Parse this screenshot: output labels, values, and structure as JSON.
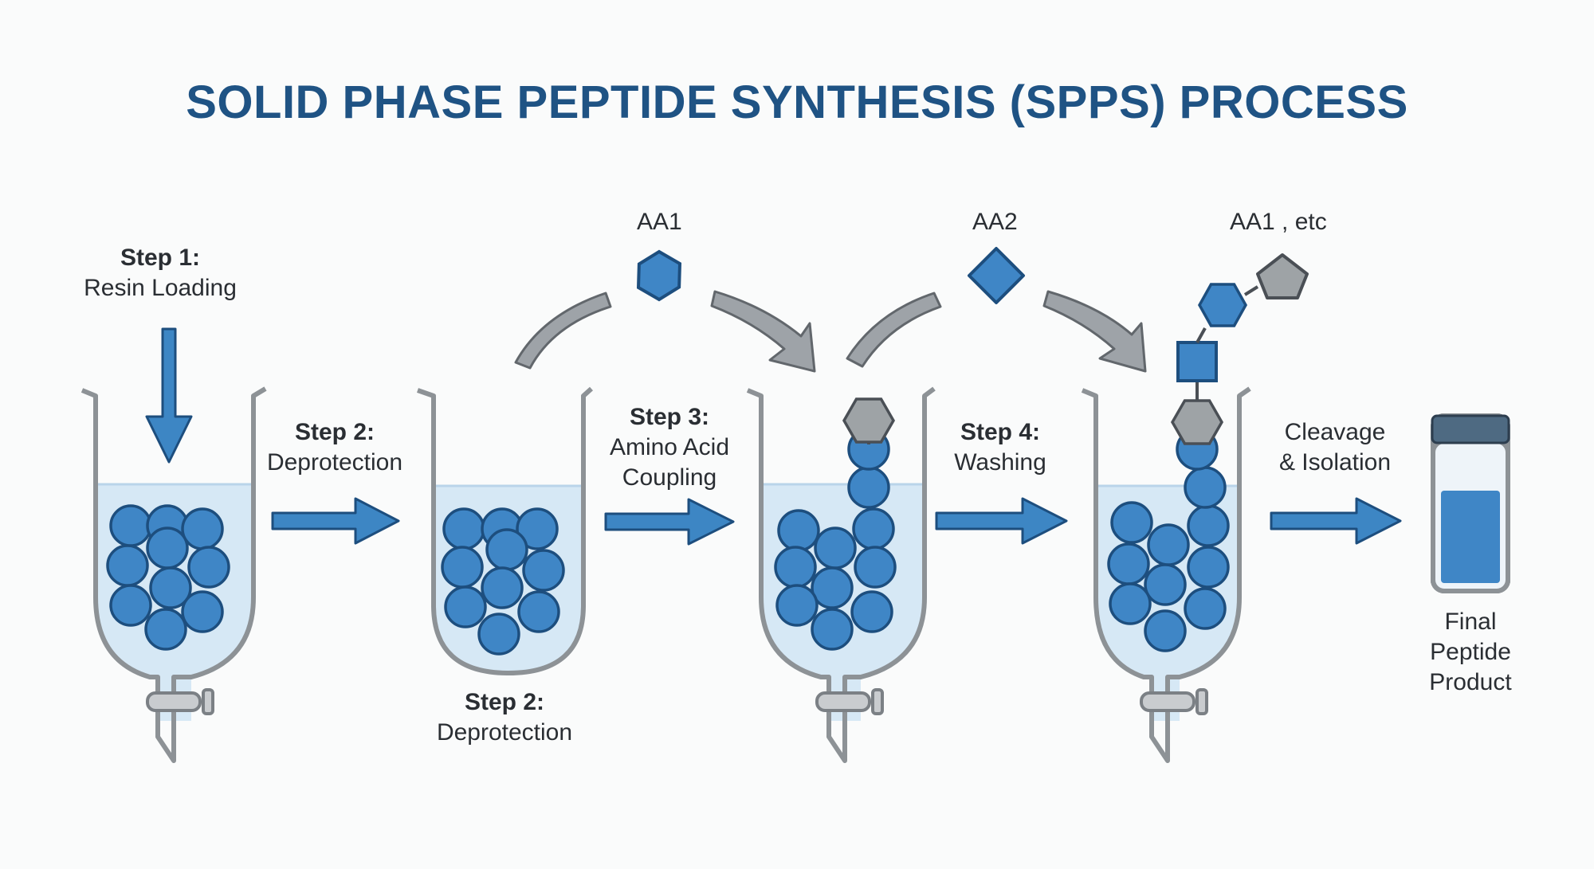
{
  "title": "SOLID PHASE PEPTIDE SYNTHESIS (SPPS) PROCESS",
  "steps": {
    "step1": {
      "heading": "Step 1:",
      "text": "Resin Loading"
    },
    "step2_top": {
      "heading": "Step 2:",
      "text": "Deprotection"
    },
    "step2_bottom": {
      "heading": "Step 2:",
      "text": "Deprotection"
    },
    "step3": {
      "heading": "Step 3:",
      "line1": "Amino Acid",
      "line2": "Coupling"
    },
    "step4": {
      "heading": "Step 4:",
      "text": "Washing"
    },
    "cleavage": {
      "line1": "Cleavage",
      "line2": "& Isolation"
    }
  },
  "amino_acids": {
    "aa1": "AA1",
    "aa2": "AA2",
    "aa_etc": "AA1 , etc"
  },
  "product": {
    "line1": "Final",
    "line2": "Peptide",
    "line3": "Product"
  },
  "colors": {
    "title": "#1f5384",
    "bead": "#3f86c6",
    "bead_outline": "#1d4e7e",
    "liquid": "#d6e8f5",
    "vessel": "#8d9296",
    "arrow_blue": "#3d86c4",
    "arrow_gray": "#9ea3a8",
    "protecting_group": "#9ea3a6"
  },
  "icons": [
    "downward-arrow-icon",
    "right-arrow-icon",
    "curved-arrow-icon",
    "hexagon-icon",
    "diamond-icon",
    "pentagon-icon",
    "square-icon",
    "vial-icon",
    "stopcock-icon"
  ]
}
